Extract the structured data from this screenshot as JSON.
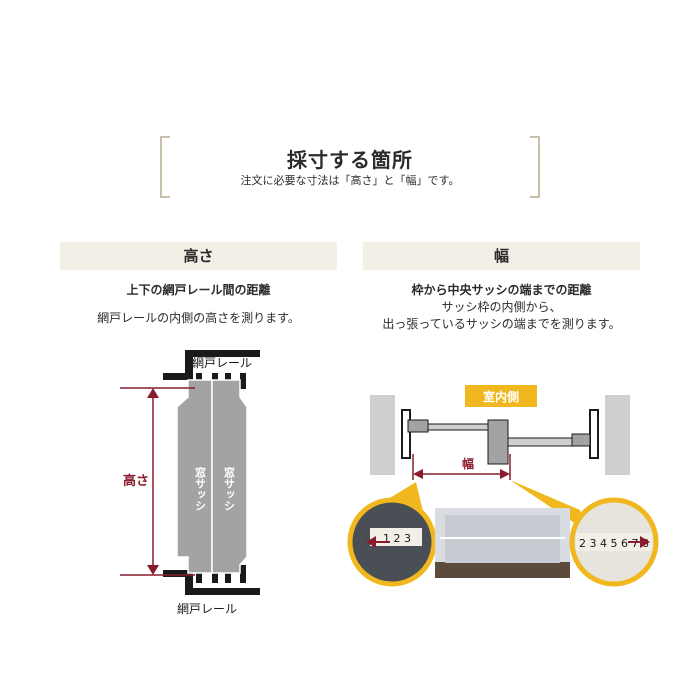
{
  "header": {
    "title": "採寸する箇所",
    "subtitle": "注文に必要な寸法は「高さ」と「幅」です。"
  },
  "height_section": {
    "header": "高さ",
    "subheading": "上下の網戸レール間の距離",
    "description": "網戸レールの内側の高さを測ります。",
    "label_top_rail": "網戸レール",
    "label_bottom_rail": "網戸レール",
    "label_height": "高さ",
    "sash_label_1": "窓サッシ",
    "sash_label_2": "窓サッシ"
  },
  "width_section": {
    "header": "幅",
    "subheading": "枠から中央サッシの端までの距離",
    "description_line1": "サッシ枠の内側から、",
    "description_line2": "出っ張っているサッシの端までを測ります。",
    "indoor_label": "室内側",
    "label_width": "幅",
    "tape_left_digits": "1 2 3",
    "tape_right_digits": "2 3 4 5 6 7 8"
  },
  "colors": {
    "accent": "#8a1c2e",
    "yellow": "#f0b81e",
    "beige": "#f3efe6",
    "bracket": "#c8c0a8",
    "sash_gray": "#a3a3a3"
  }
}
